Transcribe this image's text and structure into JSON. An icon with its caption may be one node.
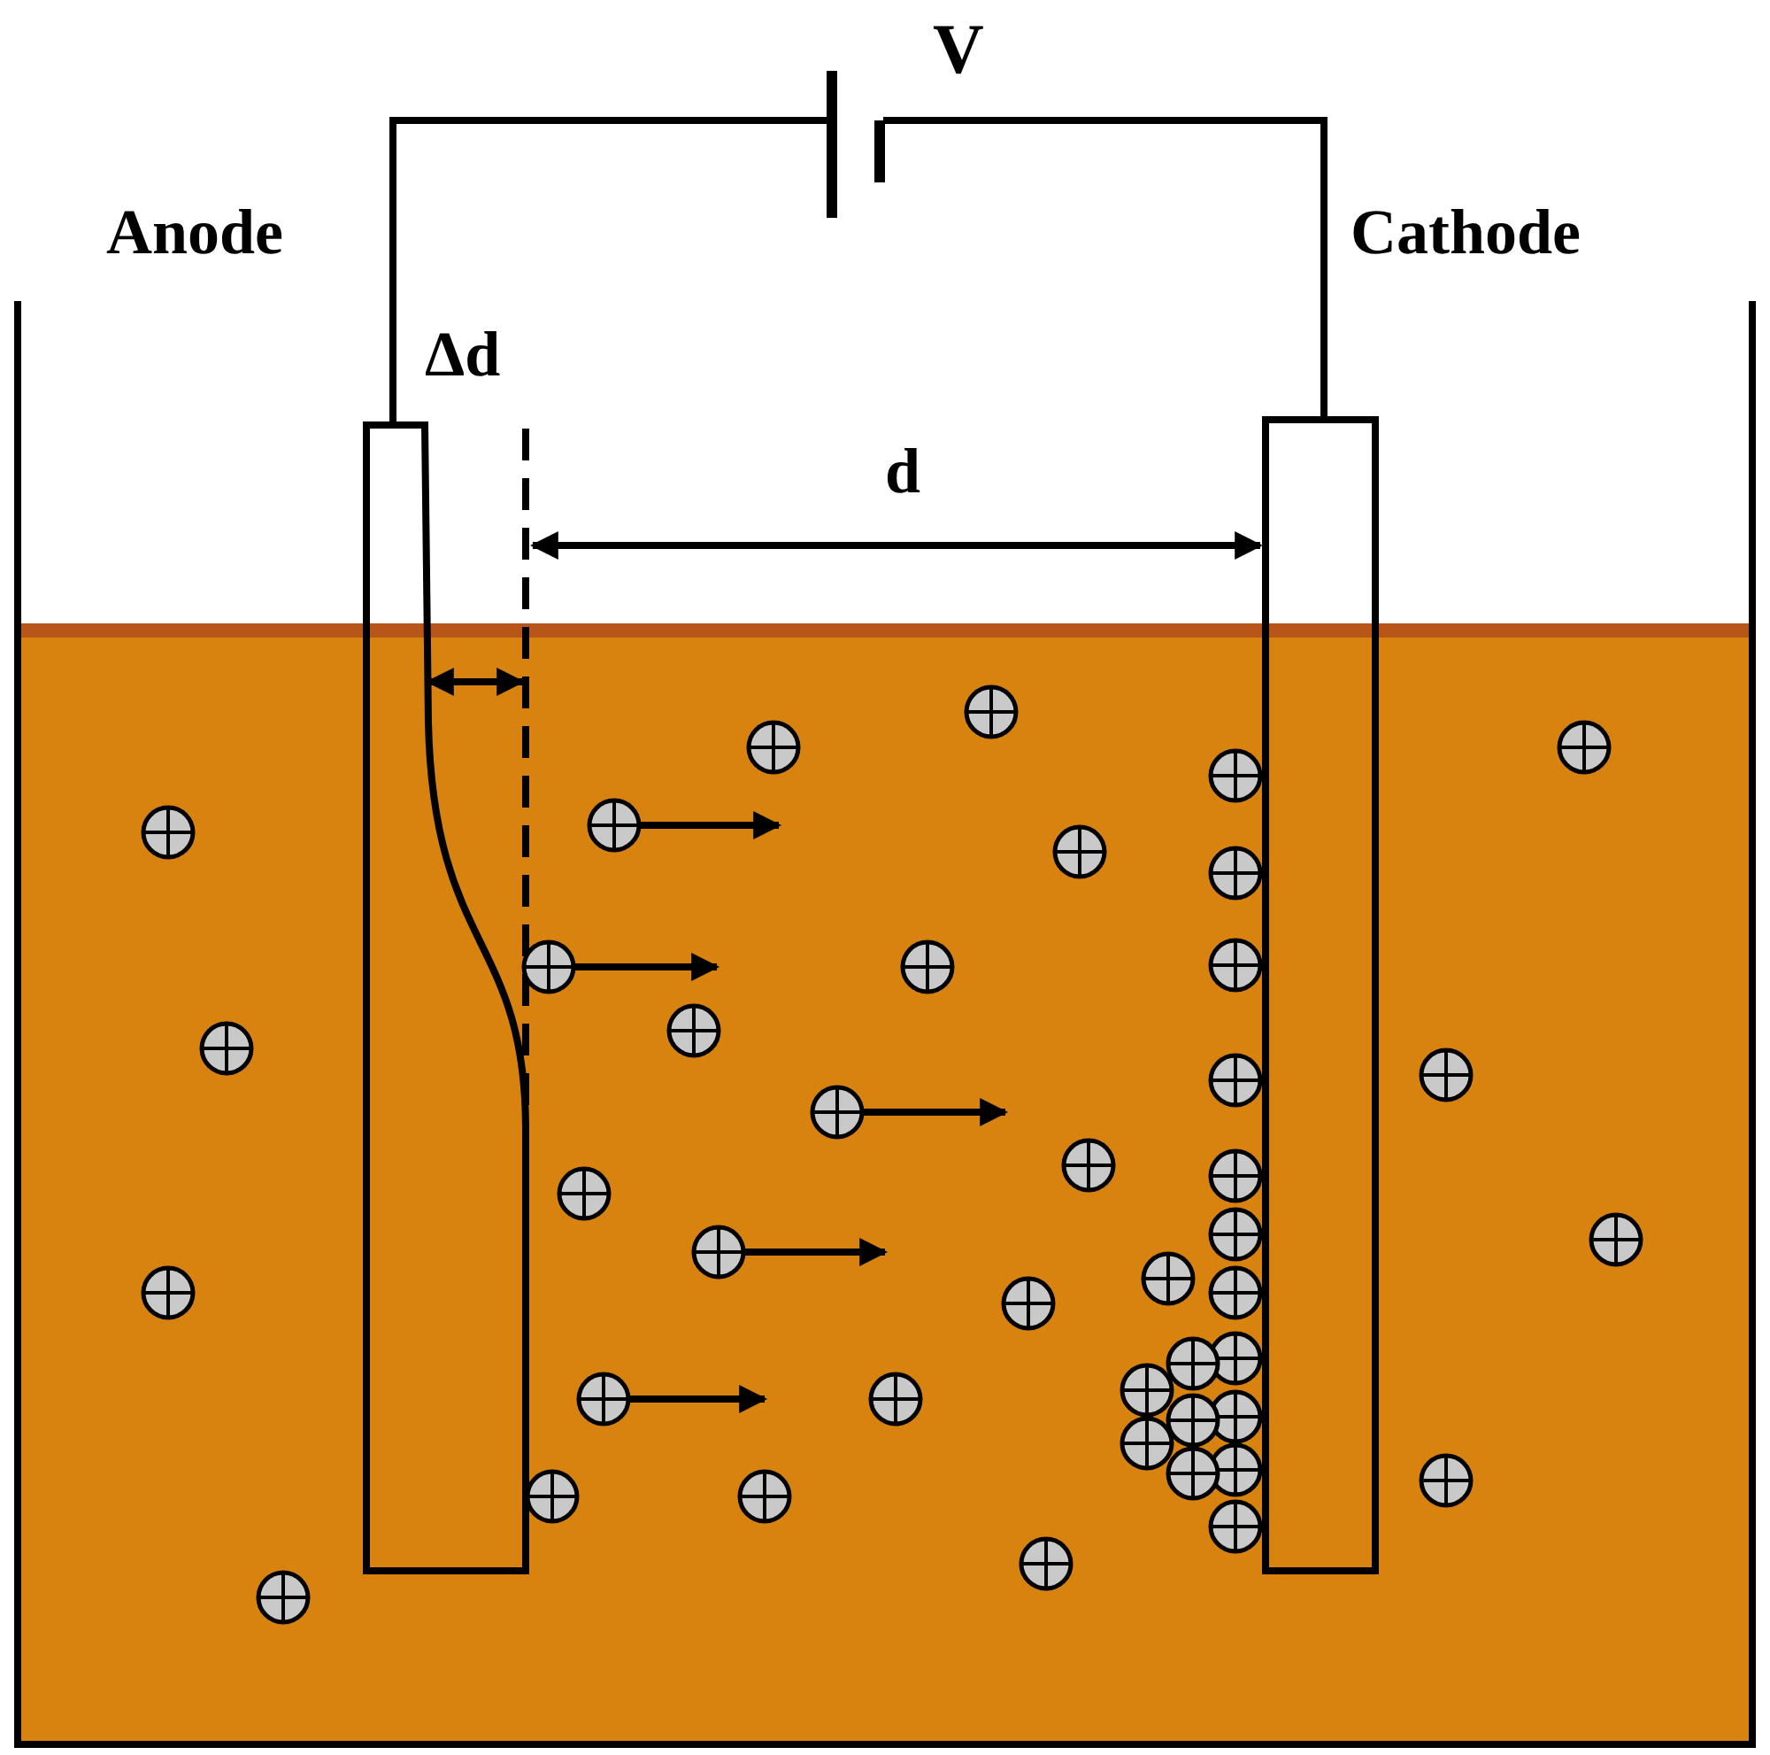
{
  "diagram": {
    "nodes": [
      {
        "text": [],
        "shape": "bar",
        "beside": [
          "Anode"
        ]
      },
      {
        "text": [],
        "shape": "bar",
        "beside": [
          "Cathode"
        ]
      },
      {
        "text": [],
        "shape": "battery",
        "beside": [
          "V"
        ]
      }
    ],
    "edges": [
      {
        "from": 2,
        "to": 0,
        "arrow": "none"
      },
      {
        "from": 2,
        "to": 1,
        "arrow": "none"
      }
    ],
    "labels": [
      "Δd",
      "d"
    ]
  }
}
